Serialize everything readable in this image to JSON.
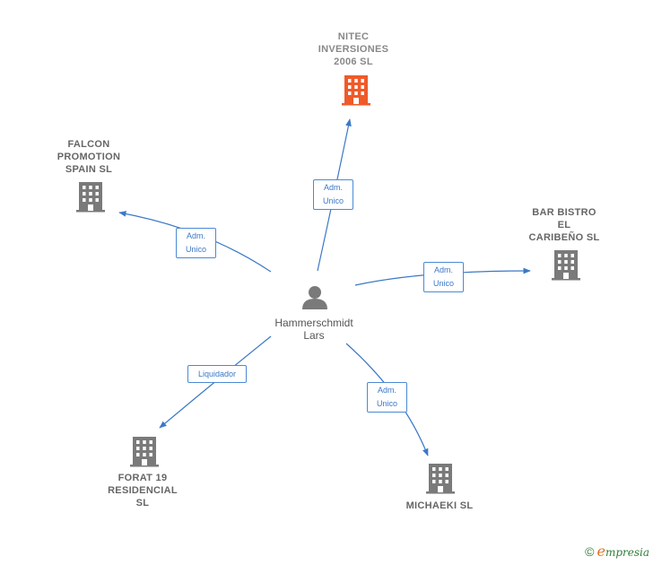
{
  "center": {
    "name": "Hammerschmidt\nLars",
    "icon": "person-icon"
  },
  "companies": [
    {
      "id": "nitec",
      "name": "NITEC\nINVERSIONES\n2006  SL",
      "highlight": true
    },
    {
      "id": "falcon",
      "name": "FALCON\nPROMOTION\nSPAIN  SL",
      "highlight": false
    },
    {
      "id": "bar-bistro",
      "name": "BAR BISTRO\nEL\nCARIBEÑO SL",
      "highlight": false
    },
    {
      "id": "forat",
      "name": "FORAT 19\nRESIDENCIAL\nSL",
      "highlight": false
    },
    {
      "id": "michaeki",
      "name": "MICHAEKI SL",
      "highlight": false
    }
  ],
  "relations": [
    {
      "to": "nitec",
      "label": "Adm.\nUnico"
    },
    {
      "to": "falcon",
      "label": "Adm.\nUnico"
    },
    {
      "to": "bar-bistro",
      "label": "Adm.\nUnico"
    },
    {
      "to": "forat",
      "label": "Liquidador"
    },
    {
      "to": "michaeki",
      "label": "Adm.\nUnico"
    }
  ],
  "colors": {
    "edge": "#3b78c8",
    "building": "#7a7a7a",
    "building_highlight": "#f05a28",
    "person": "#7a7a7a"
  },
  "footer": {
    "symbol": "©",
    "brand_initial": "e",
    "brand_rest": "mpresia"
  }
}
